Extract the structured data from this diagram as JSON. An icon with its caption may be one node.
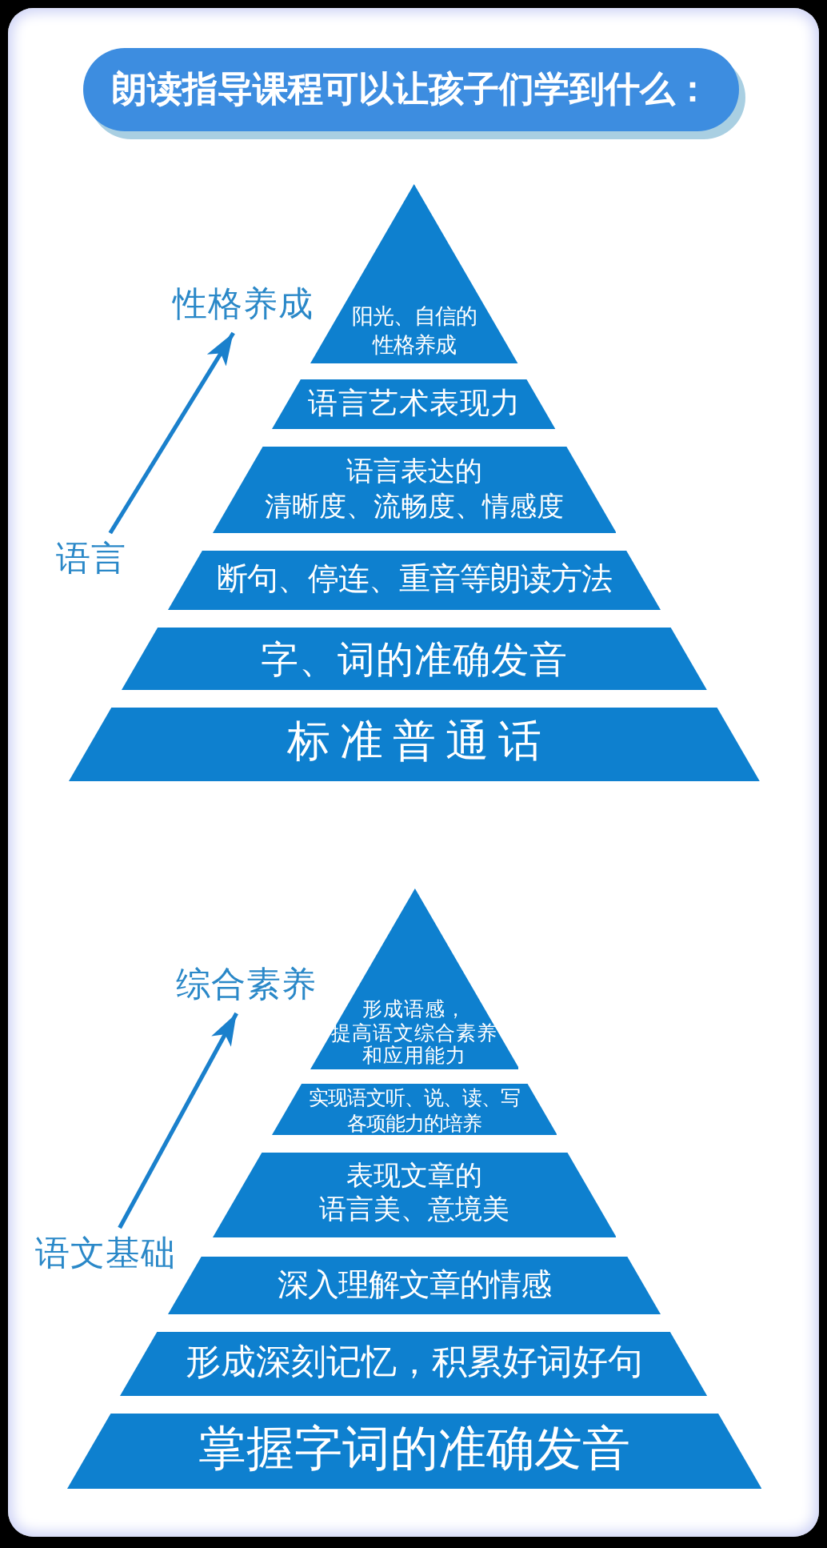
{
  "diagram": {
    "title": "朗读指导课程可以让孩子们学到什么：",
    "nodes": [
      {
        "text": [
          "性格养成"
        ]
      },
      {
        "text": [
          "阳光、自信的性格养成"
        ]
      },
      {
        "text": [
          "语言艺术表现力"
        ]
      },
      {
        "text": [
          "语言表达的清晰度、流畅度、情感度"
        ]
      },
      {
        "text": [
          "语言"
        ]
      },
      {
        "text": [
          "断句、停连、重音等朗读方法"
        ]
      },
      {
        "text": [
          "字、词的准确发音"
        ]
      },
      {
        "text": [
          "标准普通话"
        ]
      },
      {
        "text": [
          "综合素养"
        ]
      },
      {
        "text": [
          "形成语感，提高语文综合素养和应用能力"
        ]
      },
      {
        "text": [
          "实现语文听、说、读、写各项能力的培养"
        ]
      },
      {
        "text": [
          "表现文章的语言美、意境美"
        ]
      },
      {
        "text": [
          "语文基础"
        ]
      },
      {
        "text": [
          "深入理解文章的情感"
        ]
      },
      {
        "text": [
          "形成深刻记忆，积累好词好句"
        ]
      },
      {
        "text": [
          "掌握字词的准确发音"
        ]
      }
    ],
    "edges": [
      {
        "from": 4,
        "to": 0,
        "arrow": "to"
      },
      {
        "from": 12,
        "to": 8,
        "arrow": "to"
      }
    ]
  }
}
